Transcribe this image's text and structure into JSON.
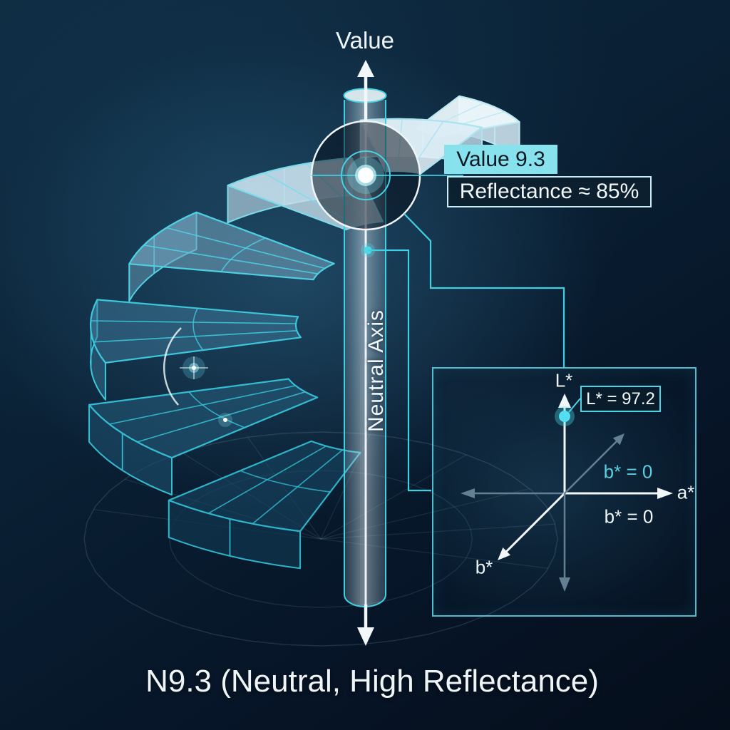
{
  "colors": {
    "background_deep": "#050e1b",
    "background_mid": "#0a2034",
    "line_cyan": "#35c8de",
    "glow_cyan": "#6ee8f7",
    "white": "#f3f8fa",
    "gray_arrow": "#628092",
    "value_tag_bg": "#87e2ee",
    "value_tag_text": "#0a1823",
    "panel_border": "#5acde1",
    "step_dark_teal": "#16425d",
    "step_light": "#eaf5fa"
  },
  "labels": {
    "value_axis": "Value",
    "neutral_axis": "Neutral Axis",
    "caption": "N9.3 (Neutral, High Reflectance)"
  },
  "callouts": {
    "value_tag": "Value 9.3",
    "reflectance_tag": "Reflectance ≈ 85%",
    "lstar_tag": "L* = 97.2"
  },
  "inset": {
    "l_label": "L*",
    "a_label": "a*",
    "b_label": "b*",
    "b_zero_upper": "b* = 0",
    "b_zero_lower": "b* = 0"
  }
}
